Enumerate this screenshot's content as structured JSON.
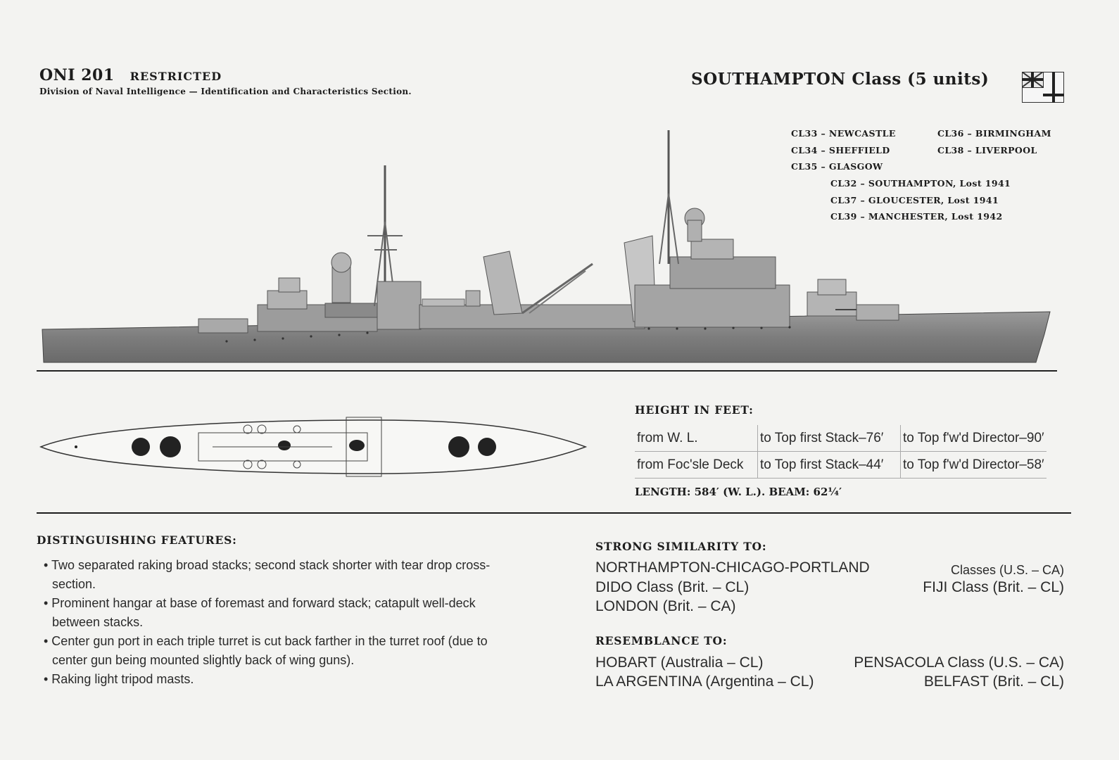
{
  "header": {
    "oni": "ONI 201",
    "restricted": "RESTRICTED",
    "subtitle": "Division of Naval Intelligence — Identification and Characteristics Section.",
    "class_title": "SOUTHAMPTON Class (5 units)"
  },
  "units": {
    "col1": [
      "CL33 – NEWCASTLE",
      "CL34 – SHEFFIELD",
      "CL35 – GLASGOW"
    ],
    "col2": [
      "CL36 – BIRMINGHAM",
      "CL38 – LIVERPOOL"
    ],
    "lost": [
      "CL32 – SOUTHAMPTON, Lost 1941",
      "CL37 – GLOUCESTER, Lost 1941",
      "CL39 – MANCHESTER, Lost 1942"
    ]
  },
  "heights": {
    "title": "HEIGHT IN FEET:",
    "rows": [
      [
        "from W. L.",
        "to Top first Stack–76′",
        "to Top f'w'd Director–90′"
      ],
      [
        "from Foc'sle Deck",
        "to Top first Stack–44′",
        "to Top f'w'd Director–58′"
      ]
    ],
    "length_beam": "LENGTH: 584′ (W. L.).   BEAM: 62¼′"
  },
  "features": {
    "title": "DISTINGUISHING FEATURES:",
    "items": [
      "• Two separated raking broad stacks; second stack shorter with tear drop cross-section.",
      "• Prominent hangar at base of foremast and forward stack; catapult well-deck between stacks.",
      "• Center gun port in each triple turret is cut back farther in the turret roof (due to center gun being mounted slightly back of wing guns).",
      "• Raking light tripod masts."
    ]
  },
  "similarity": {
    "title": "STRONG SIMILARITY TO:",
    "l1a": "NORTHAMPTON-CHICAGO-PORTLAND",
    "l1b": "Classes (U.S. – CA)",
    "l2a": "DIDO Class (Brit. – CL)",
    "l2b": "FIJI Class (Brit. – CL)",
    "l3a": "LONDON (Brit. – CA)"
  },
  "resemblance": {
    "title": "RESEMBLANCE TO:",
    "l1a": "HOBART (Australia – CL)",
    "l1b": "PENSACOLA Class (U.S. – CA)",
    "l2a": "LA ARGENTINA (Argentina – CL)",
    "l2b": "BELFAST (Brit. – CL)"
  }
}
